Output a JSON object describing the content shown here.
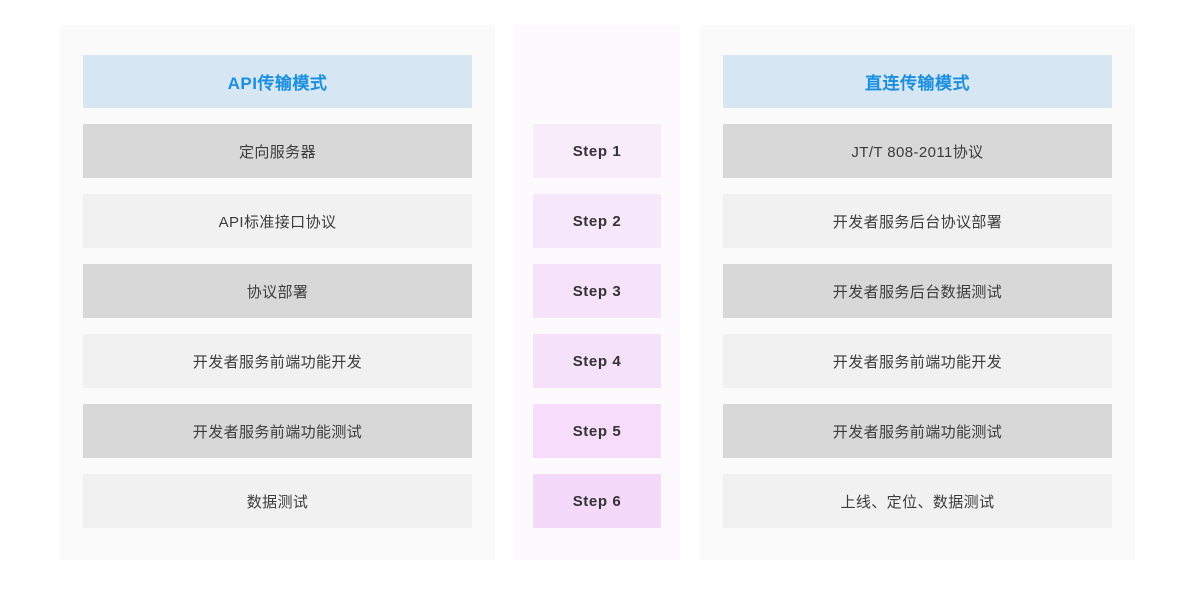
{
  "diagram": {
    "columns": [
      {
        "id": "api-mode",
        "header": "API传输模式",
        "rows": [
          "定向服务器",
          "API标准接口协议",
          "协议部署",
          "开发者服务前端功能开发",
          "开发者服务前端功能测试",
          "数据测试"
        ]
      },
      {
        "id": "steps",
        "header": "",
        "rows": [
          "Step 1",
          "Step 2",
          "Step 3",
          "Step 4",
          "Step 5",
          "Step 6"
        ]
      },
      {
        "id": "direct-mode",
        "header": "直连传输模式",
        "rows": [
          "JT/T 808-2011协议",
          "开发者服务后台协议部署",
          "开发者服务后台数据测试",
          "开发者服务前端功能开发",
          "开发者服务前端功能测试",
          "上线、定位、数据测试"
        ]
      }
    ]
  },
  "colors": {
    "header_bg": "#d6e6f2",
    "header_text": "#1a8fe0",
    "row_dark": "#d8d8d8",
    "row_light": "#f1f1f1",
    "panel_bg": "#fafafa",
    "step_panel_bg": "#fdfafd",
    "step_bg_start": "#f8ebfa",
    "step_bg_end": "#f5d9fb",
    "row_text": "#3c3c3c",
    "page_bg": "#ffffff"
  }
}
